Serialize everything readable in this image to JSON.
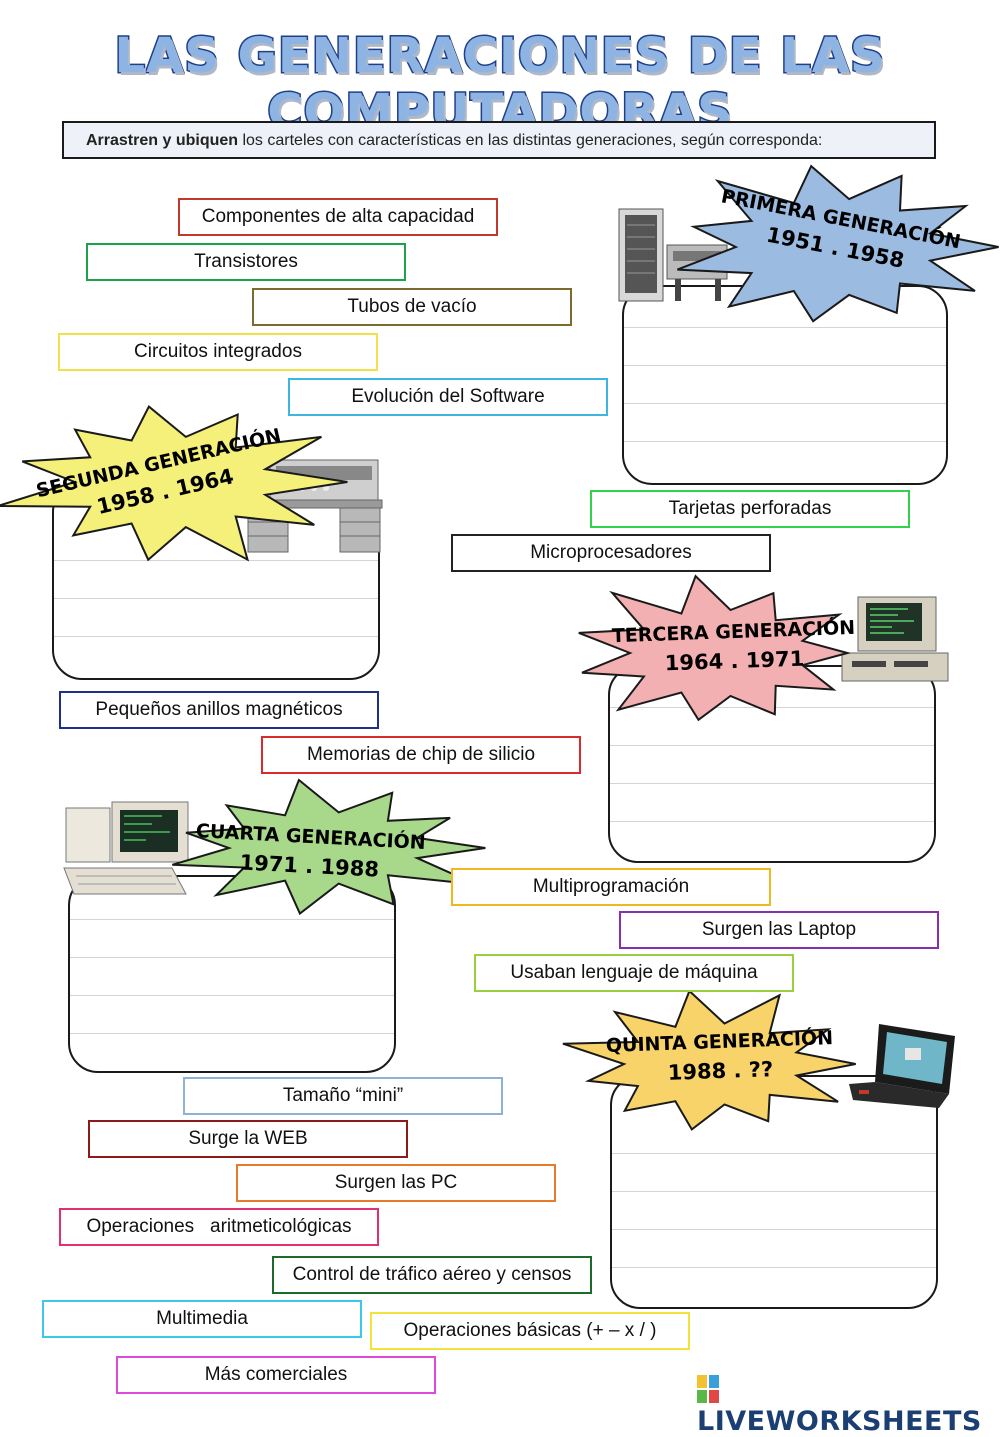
{
  "title": "LAS GENERACIONES DE LAS COMPUTADORAS",
  "instructions": {
    "bold": "Arrastren y ubiquen",
    "rest": " los carteles con características en las distintas generaciones, según corresponda:"
  },
  "cards": [
    {
      "text": "Componentes de alta capacidad",
      "color": "#c0392b"
    },
    {
      "text": "Transistores",
      "color": "#1aa34a"
    },
    {
      "text": "Tubos de vacío",
      "color": "#7d6a2e"
    },
    {
      "text": "Circuitos integrados",
      "color": "#f1e24a"
    },
    {
      "text": "Evolución del Software",
      "color": "#3cb6e0"
    },
    {
      "text": "Tarjetas perforadas",
      "color": "#35d14a"
    },
    {
      "text": "Microprocesadores",
      "color": "#222222"
    },
    {
      "text": "Pequeños anillos magnéticos",
      "color": "#1d2f86"
    },
    {
      "text": "Memorias de chip de silicio",
      "color": "#d92b2b"
    },
    {
      "text": "Multiprogramación",
      "color": "#f0b820"
    },
    {
      "text": "Surgen las Laptop",
      "color": "#8a2eb0"
    },
    {
      "text": "Usaban lenguaje de máquina",
      "color": "#9ad040"
    },
    {
      "text": "Tamaño “mini”",
      "color": "#8fb0d8"
    },
    {
      "text": "Surge la WEB",
      "color": "#8b1a1a"
    },
    {
      "text": "Surgen las PC",
      "color": "#e87a2a"
    },
    {
      "text": "Operaciones   aritmeticológicas",
      "color": "#e0306e"
    },
    {
      "text": "Control de tráfico aéreo y censos",
      "color": "#1d6b2c"
    },
    {
      "text": "Multimedia",
      "color": "#3cc8e8"
    },
    {
      "text": "Operaciones básicas (+ – x / )",
      "color": "#f2e23c"
    },
    {
      "text": "Más comerciales",
      "color": "#e048d8"
    }
  ],
  "generations": [
    {
      "name": "PRIMERA GENERACIÓN",
      "years": "1951 . 1958",
      "color": "#9bbbe0",
      "icon": "mainframe-computer-icon"
    },
    {
      "name": "SEGUNDA GENERACIÓN",
      "years": "1958 . 1964",
      "color": "#f4f07a",
      "icon": "desk-computer-icon"
    },
    {
      "name": "TERCERA GENERACIÓN",
      "years": "1964 . 1971",
      "color": "#f2b0b2",
      "icon": "terminal-computer-icon"
    },
    {
      "name": "CUARTA GENERACIÓN",
      "years": "1971 . 1988",
      "color": "#a8d88a",
      "icon": "personal-computer-icon"
    },
    {
      "name": "QUINTA GENERACIÓN",
      "years": "1988 . ??",
      "color": "#f7d36a",
      "icon": "laptop-icon"
    }
  ],
  "brand": "LIVEWORKSHEETS"
}
